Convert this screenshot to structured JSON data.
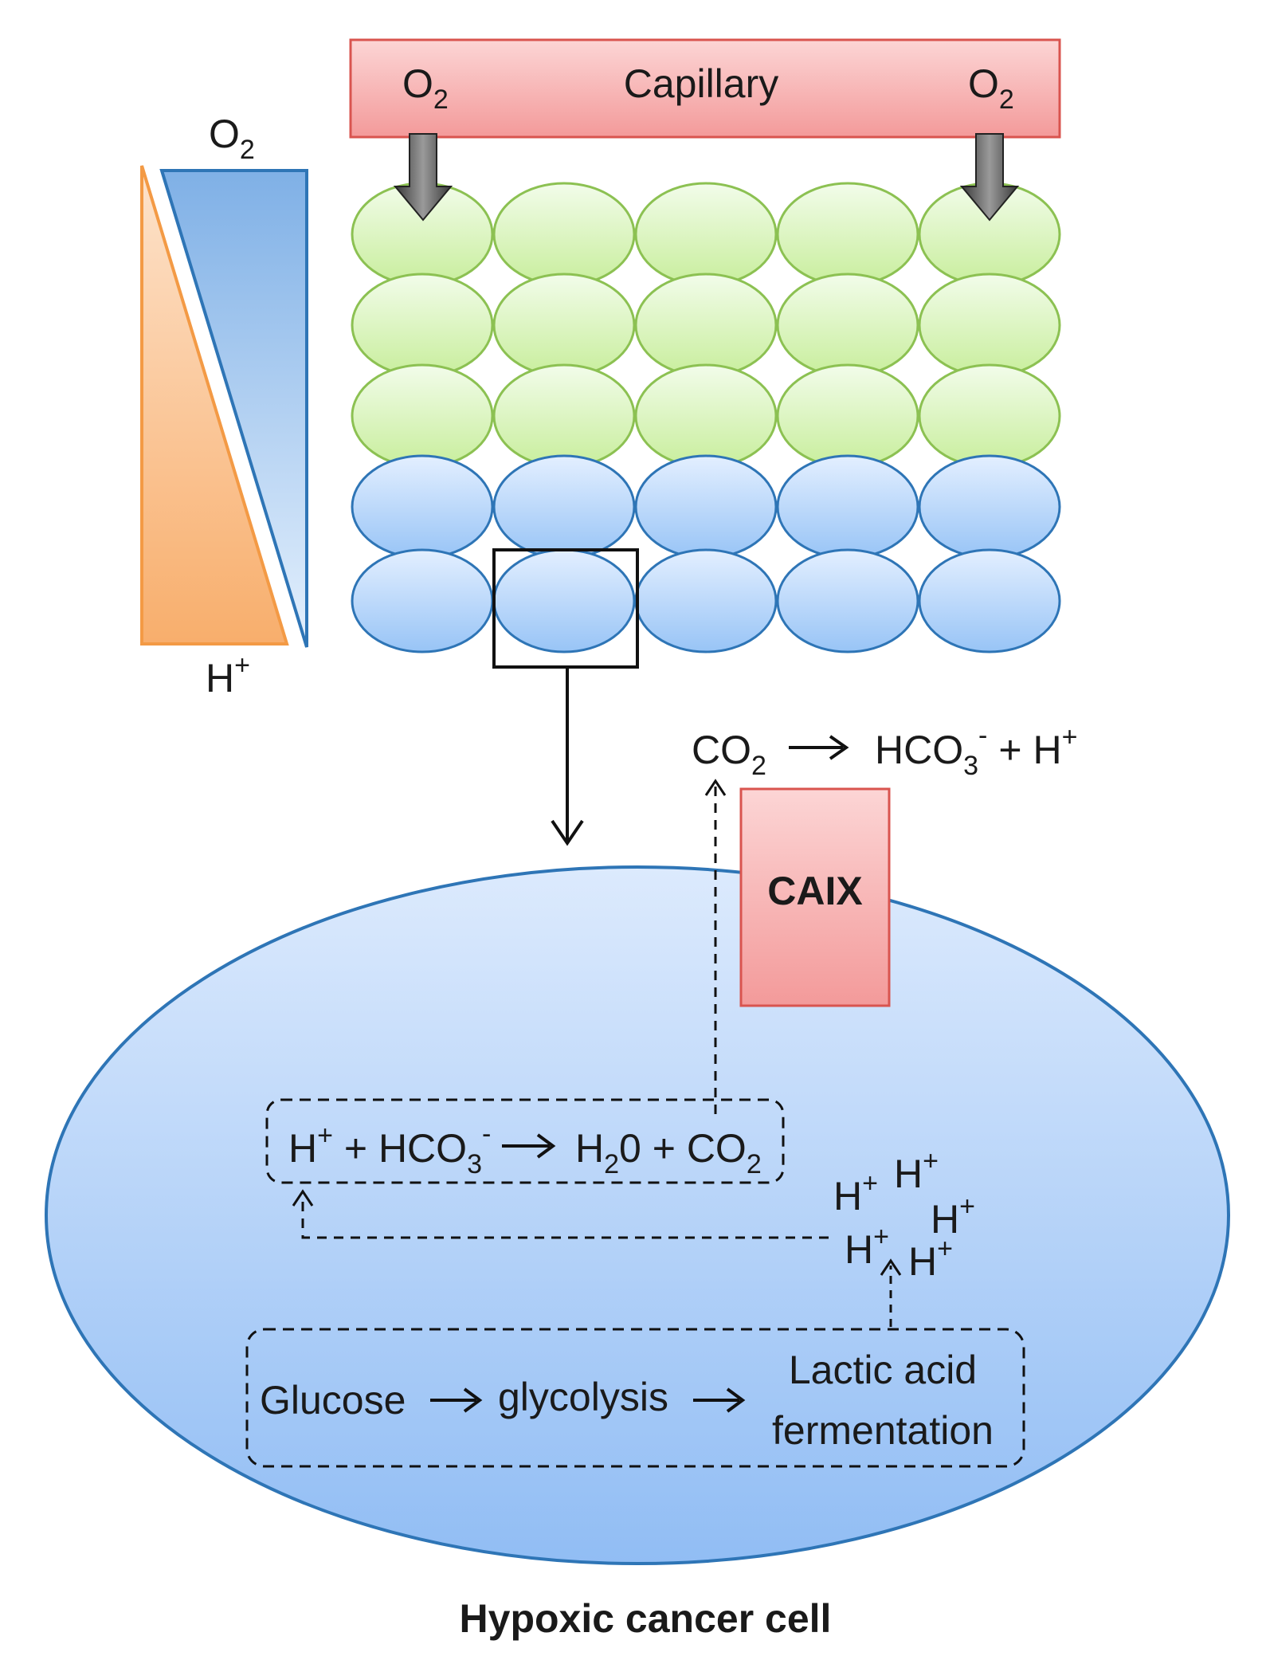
{
  "capillary": {
    "label": "Capillary",
    "o2_left": "O",
    "o2_right": "O",
    "o2_sub": "2"
  },
  "gradient": {
    "o2_label": "O",
    "o2_sub": "2",
    "h_label": "H",
    "h_sup": "+"
  },
  "tissue": {
    "oxygenated_rows": 3,
    "hypoxic_rows": 2,
    "columns": 5
  },
  "extracellular_reaction": {
    "co2": "CO",
    "co2_sub": "2",
    "arrow": "→",
    "hco3": "HCO",
    "hco3_sub": "3",
    "hco3_sup": "-",
    "plus_h": "+ H",
    "h_sup": "+"
  },
  "enzyme": {
    "label": "CAIX"
  },
  "intracellular_reaction": {
    "h": "H",
    "h_sup": "+",
    "plus_hco3": " + HCO",
    "hco3_sub": "3",
    "hco3_sup": "-",
    "arrow": "→",
    "h2o_h": "H",
    "h2o_sub": "2",
    "h2o_rest": "0 + CO",
    "co2_sub": "2"
  },
  "protons": {
    "symbol": "H",
    "sup": "+"
  },
  "pathway": {
    "glucose": "Glucose",
    "arrow": "→",
    "glycolysis": "glycolysis",
    "lactic_line1": "Lactic acid",
    "lactic_line2": "fermentation"
  },
  "cell_label": "Hypoxic cancer cell",
  "colors": {
    "capillary_fill": "#f7a9a9",
    "capillary_stroke": "#d9544f",
    "green_cell_fill": "#d8f5c4",
    "green_cell_stroke": "#8cc152",
    "blue_cell_fill": "#b3d4fa",
    "blue_cell_stroke": "#2e75b6",
    "orange_triangle": "#f6a45f",
    "blue_triangle": "#5b9bd5"
  }
}
